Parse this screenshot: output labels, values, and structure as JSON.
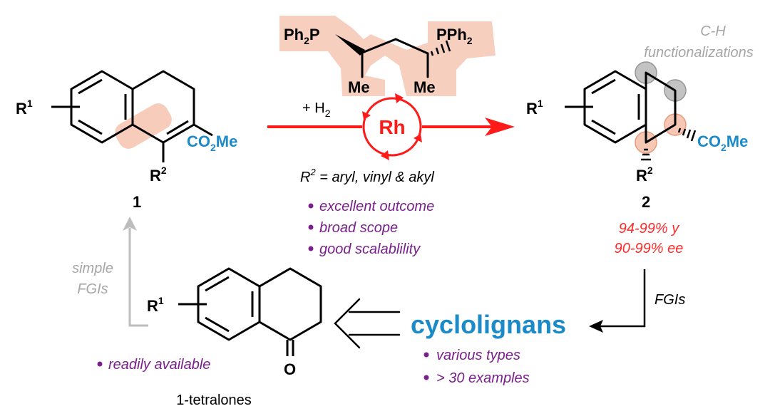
{
  "colors": {
    "ink": "#000000",
    "rh_red": "#ff1a1a",
    "ester_blue": "#1b8ac8",
    "bullet_purple": "#7a1f8c",
    "yield_red": "#ff2a2a",
    "grey_text": "#a6a6a6",
    "highlight_salmon": "#f2b49b",
    "highlight_grey": "#bdbdbd"
  },
  "ligand": {
    "left_p": "Ph",
    "left_sub": "2",
    "left_p2": "P",
    "right_p": "PPh",
    "right_sub": "2",
    "left_me": "Me",
    "right_me": "Me"
  },
  "compound1": {
    "r1": "R",
    "r1_sup": "1",
    "ester": "CO",
    "ester_sub": "2",
    "ester_tail": "Me",
    "r2": "R",
    "r2_sup": "2",
    "number": "1"
  },
  "reaction": {
    "reagent": "+ H",
    "reagent_sub": "2",
    "catalyst": "Rh",
    "scope_r": "R",
    "scope_sup": "2",
    "scope_text": " = aryl, vinyl & akyl",
    "bullets": [
      "excellent outcome",
      "broad scope",
      "good scalablility"
    ]
  },
  "compound2": {
    "ch_line1": "C-H",
    "ch_line2": "functionalizations",
    "r1": "R",
    "r1_sup": "1",
    "ester": "CO",
    "ester_sub": "2",
    "ester_tail": "Me",
    "r2": "R",
    "r2_sup": "2",
    "number": "2",
    "yield": "94-99% y",
    "ee": "90-99% ee"
  },
  "fgi_right": "FGIs",
  "cyclolignans": {
    "title": "cyclolignans",
    "bullets": [
      "various types",
      "> 30 examples"
    ]
  },
  "tetralone": {
    "r1": "R",
    "r1_sup": "1",
    "oxygen": "O",
    "label": "1-tetralones",
    "bullet": "readily available"
  },
  "fgi_left": {
    "line1": "simple",
    "line2": "FGIs"
  }
}
